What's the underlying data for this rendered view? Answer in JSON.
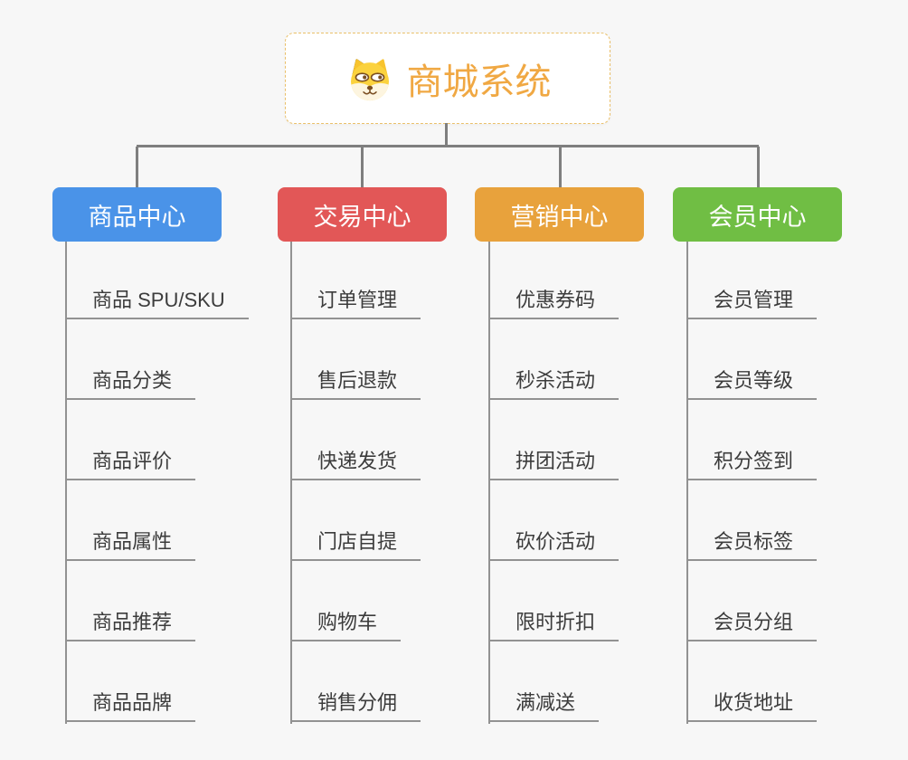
{
  "root": {
    "title": "商城系统",
    "title_color": "#f0a843",
    "border_color": "#eac06a",
    "icon": "dog-face-icon"
  },
  "connector_color": "#7f7f7f",
  "line_color": "#929292",
  "background_color": "#f7f7f7",
  "branches": [
    {
      "label": "商品中心",
      "color": "#4a93e8",
      "items": [
        "商品 SPU/SKU",
        "商品分类",
        "商品评价",
        "商品属性",
        "商品推荐",
        "商品品牌"
      ]
    },
    {
      "label": "交易中心",
      "color": "#e25757",
      "items": [
        "订单管理",
        "售后退款",
        "快递发货",
        "门店自提",
        "购物车",
        "销售分佣"
      ]
    },
    {
      "label": "营销中心",
      "color": "#e8a23c",
      "items": [
        "优惠券码",
        "秒杀活动",
        "拼团活动",
        "砍价活动",
        "限时折扣",
        "满减送"
      ]
    },
    {
      "label": "会员中心",
      "color": "#70be44",
      "items": [
        "会员管理",
        "会员等级",
        "积分签到",
        "会员标签",
        "会员分组",
        "收货地址"
      ]
    }
  ]
}
